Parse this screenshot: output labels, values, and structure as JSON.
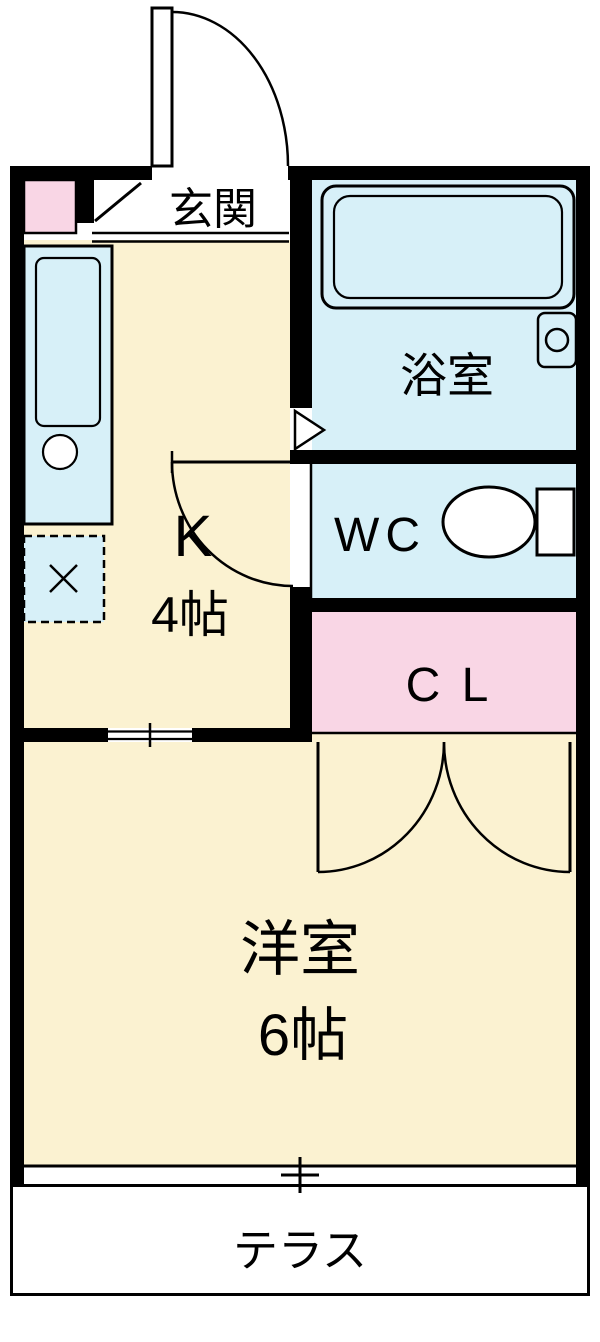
{
  "floorplan": {
    "type": "apartment-1K",
    "rooms": {
      "genkan": {
        "label": "玄関"
      },
      "kitchen": {
        "label": "K",
        "size": "4帖"
      },
      "bath": {
        "label": "浴室"
      },
      "wc": {
        "label": "WC"
      },
      "closet": {
        "label": "C L"
      },
      "western_room": {
        "label": "洋室",
        "size": "6帖"
      },
      "terrace": {
        "label": "テラス"
      }
    },
    "colors": {
      "floor_cream": "#FBF2D1",
      "wet_blue": "#D7F0F8",
      "closet_pink": "#F9D6E5",
      "wall_black": "#000000"
    },
    "icons": {
      "bathtub": "double rounded rectangle",
      "bath_sink": "circle in rounded rect",
      "toilet": "ellipse bowl with tank rect",
      "kitchen_counter": "rect with sink and burner circle",
      "washer_space": "dashed box with x",
      "door_swing": "quarter arc",
      "window_mark": "cross tick"
    }
  }
}
